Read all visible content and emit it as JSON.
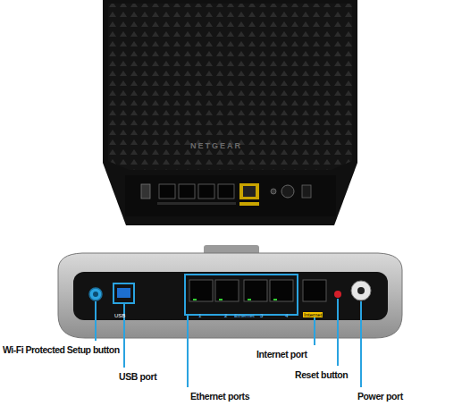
{
  "diagram": {
    "labels": [
      "NETGEAR",
      "USB",
      "1",
      "2",
      "Ethernet",
      "3",
      "4",
      "Internet",
      "Wi-Fi Protected Setup button",
      "Internet port",
      "USB port",
      "Reset button",
      "Ethernet ports",
      "Power port"
    ]
  }
}
